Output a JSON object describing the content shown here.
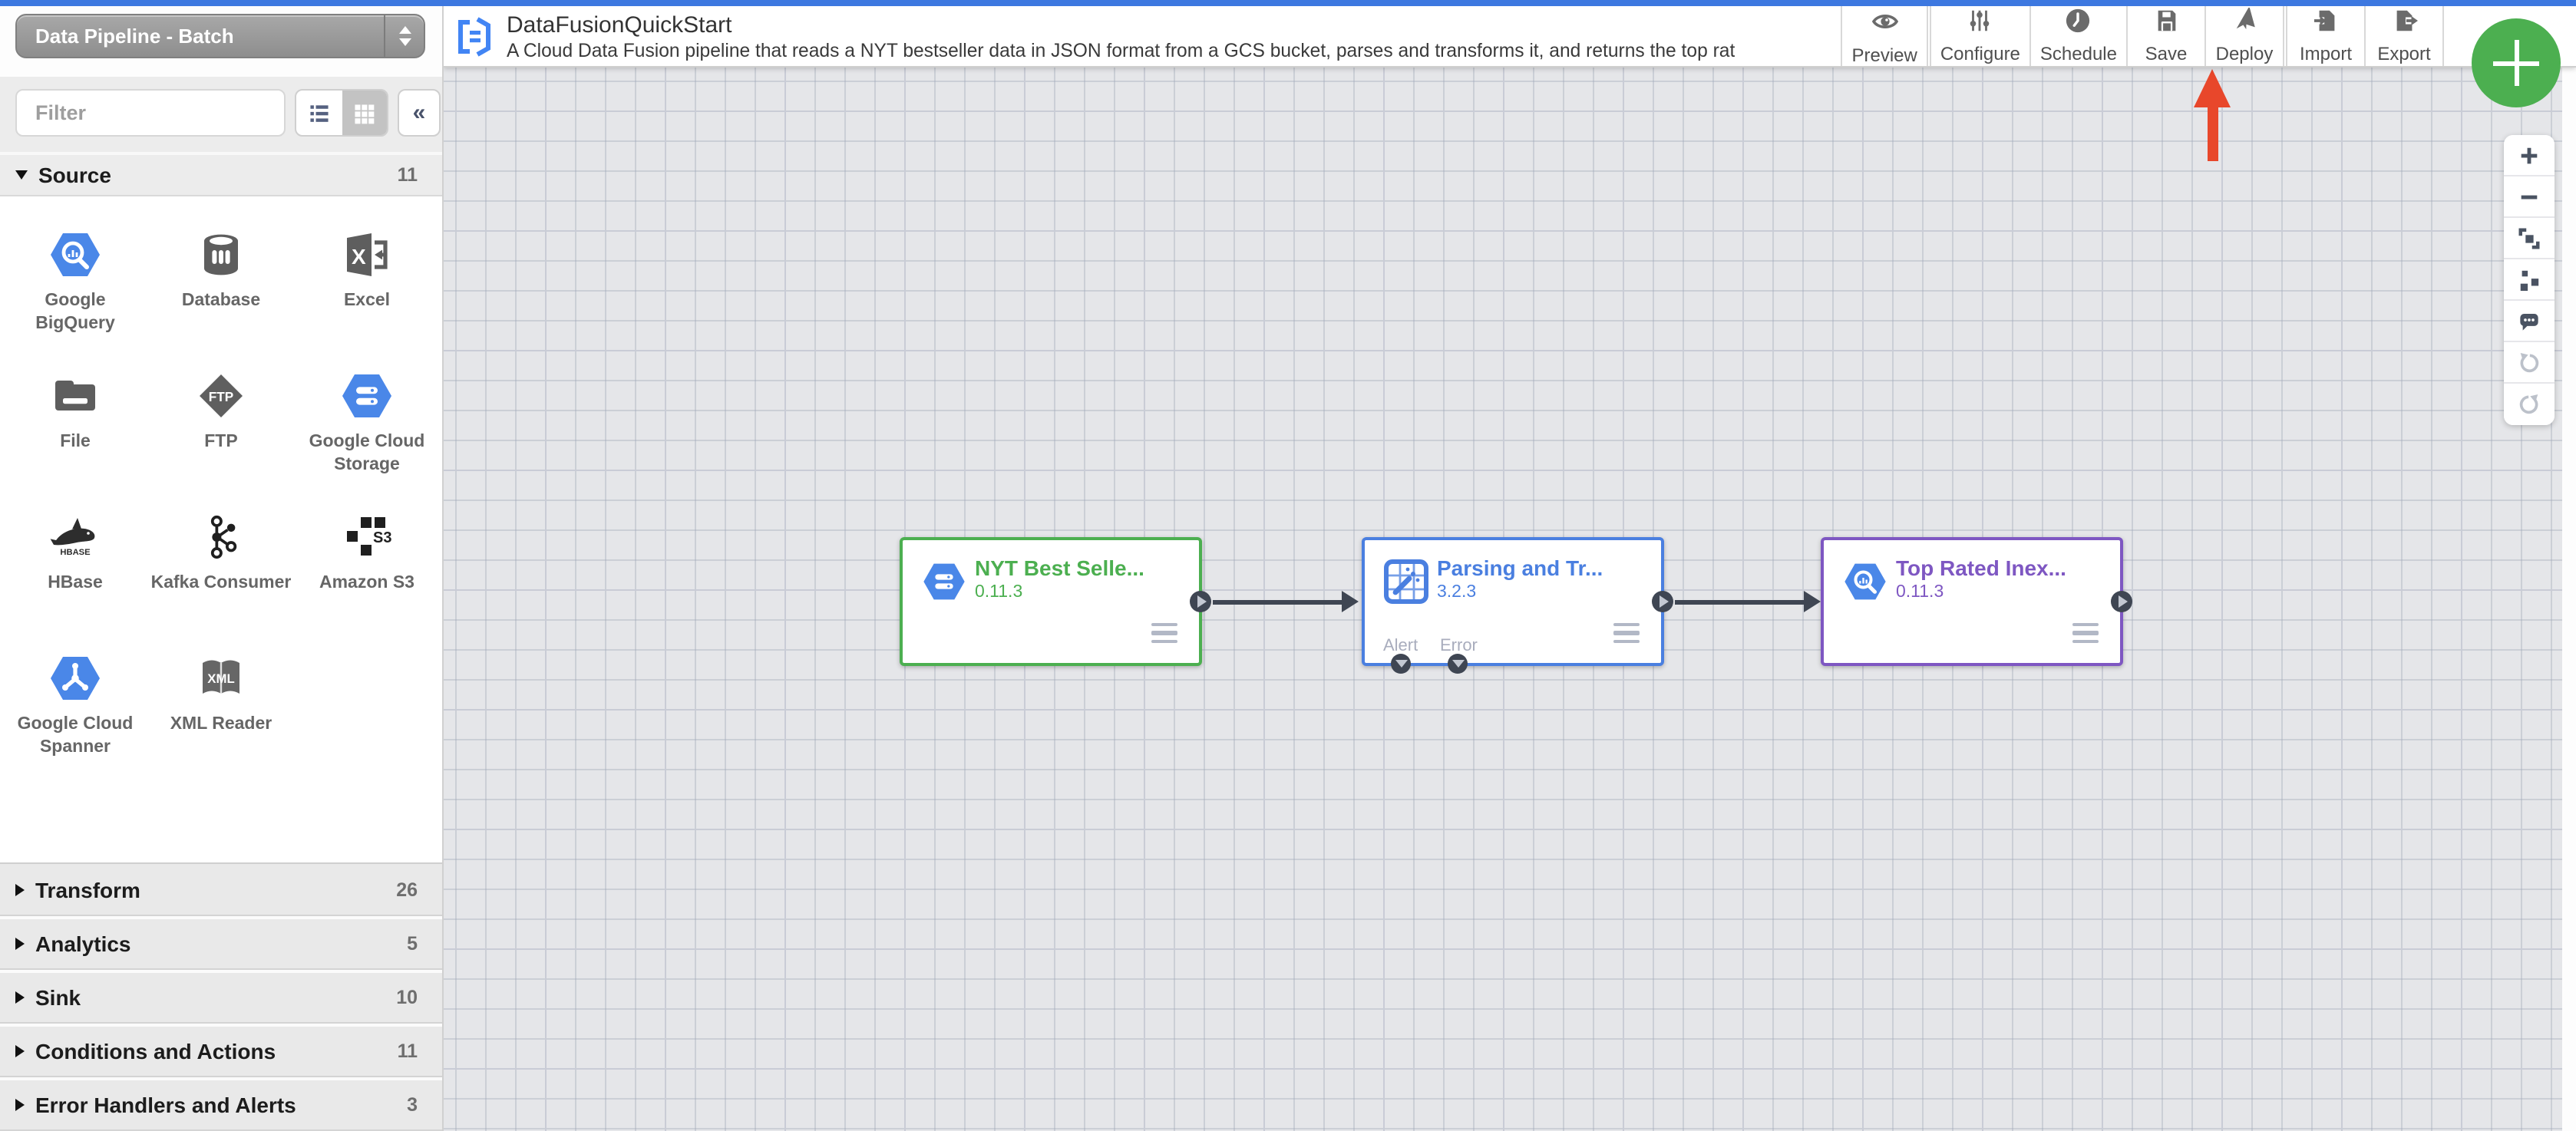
{
  "pipeline_selector": {
    "value": "Data Pipeline - Batch"
  },
  "header": {
    "title": "DataFusionQuickStart",
    "description": "A Cloud Data Fusion pipeline that reads a NYT bestseller data in JSON format from a GCS bucket, parses and transforms it, and returns the top rated book...",
    "actions": [
      {
        "label": "Preview",
        "icon": "eye-icon"
      },
      {
        "label": "Configure",
        "icon": "sliders-icon"
      },
      {
        "label": "Schedule",
        "icon": "clock-icon"
      },
      {
        "label": "Save",
        "icon": "floppy-icon"
      },
      {
        "label": "Deploy",
        "icon": "paper-plane-icon"
      },
      {
        "label": "Import",
        "icon": "import-icon"
      },
      {
        "label": "Export",
        "icon": "export-icon"
      }
    ]
  },
  "fab": {
    "label": "+",
    "icon": "plus-icon",
    "color": "#4caf50"
  },
  "sidebar": {
    "filter_placeholder": "Filter",
    "source_section": {
      "label": "Source",
      "count": "11"
    },
    "source_items": [
      {
        "label": "Google BigQuery",
        "icon": "bigquery-icon"
      },
      {
        "label": "Database",
        "icon": "database-icon"
      },
      {
        "label": "Excel",
        "icon": "excel-icon"
      },
      {
        "label": "File",
        "icon": "folder-icon"
      },
      {
        "label": "FTP",
        "icon": "ftp-icon"
      },
      {
        "label": "Google Cloud Storage",
        "icon": "cloud-storage-icon"
      },
      {
        "label": "HBase",
        "icon": "hbase-icon"
      },
      {
        "label": "Kafka Consumer",
        "icon": "kafka-icon"
      },
      {
        "label": "Amazon S3",
        "icon": "s3-icon"
      },
      {
        "label": "Google Cloud Spanner",
        "icon": "spanner-icon"
      },
      {
        "label": "XML Reader",
        "icon": "xml-icon"
      }
    ],
    "collapsed_sections": [
      {
        "label": "Transform",
        "count": "26"
      },
      {
        "label": "Analytics",
        "count": "5"
      },
      {
        "label": "Sink",
        "count": "10"
      },
      {
        "label": "Conditions and Actions",
        "count": "11"
      },
      {
        "label": "Error Handlers and Alerts",
        "count": "3"
      }
    ]
  },
  "canvas": {
    "nodes": [
      {
        "title": "NYT Best Selle...",
        "version": "0.11.3",
        "accent": "#4caf50",
        "icon": "cloud-storage-icon"
      },
      {
        "title": "Parsing and Tr...",
        "version": "3.2.3",
        "accent": "#4a7fe0",
        "icon": "wrangler-icon",
        "ports": [
          "Alert",
          "Error"
        ]
      },
      {
        "title": "Top Rated Inex...",
        "version": "0.11.3",
        "accent": "#7e57c2",
        "icon": "bigquery-icon"
      }
    ],
    "deploy_arrow_color": "#e8472b"
  },
  "colors": {
    "top_strip": "#3d78e0",
    "canvas_bg": "#e5e6e9",
    "wire": "#3f4653"
  }
}
